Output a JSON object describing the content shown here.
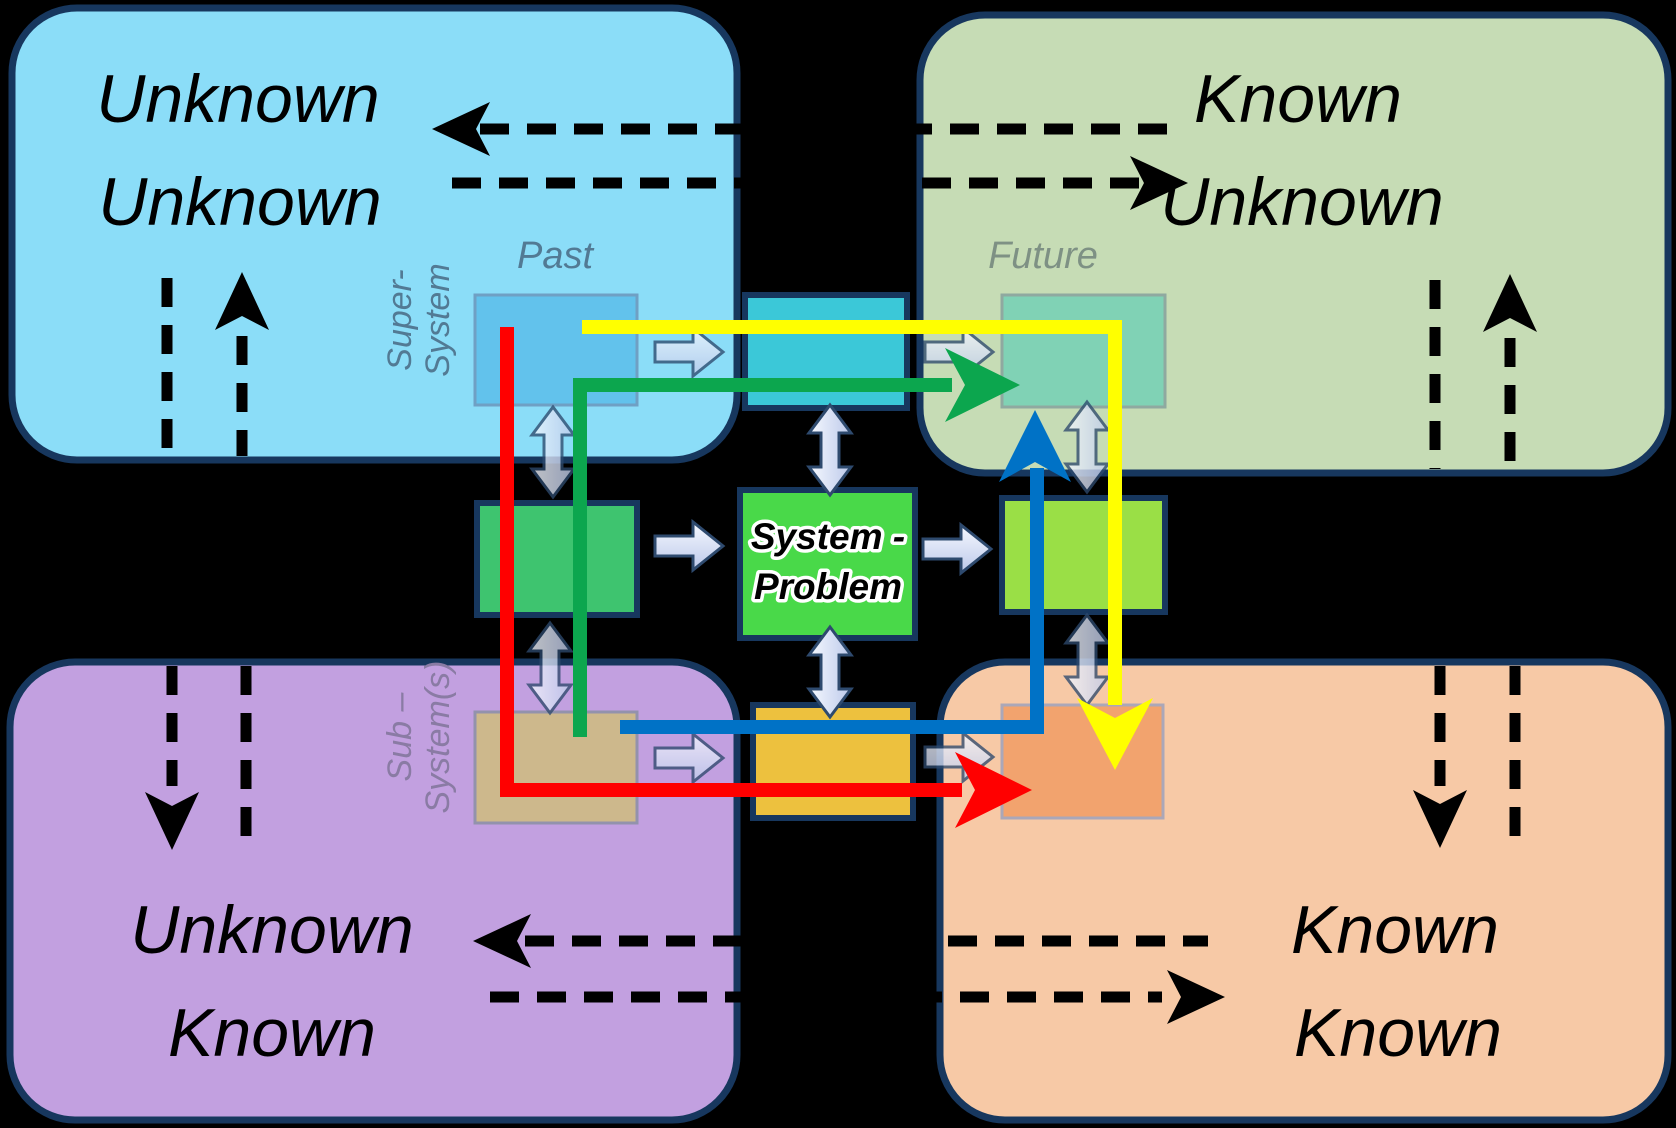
{
  "quadrants": {
    "top_left": {
      "line1": "Unknown",
      "line2": "Unknown"
    },
    "top_right": {
      "line1": "Known",
      "line2": "Unknown"
    },
    "bottom_left": {
      "line1": "Unknown",
      "line2": "Known"
    },
    "bottom_right": {
      "line1": "Known",
      "line2": "Known"
    }
  },
  "time_labels": {
    "past": "Past",
    "future": "Future"
  },
  "level_labels": {
    "super": {
      "line1": "Super-",
      "line2": "System"
    },
    "sub": {
      "line1": "Sub –",
      "line2": "System(s)"
    }
  },
  "center_box": {
    "line1": "System -",
    "line2": "Problem"
  },
  "colors": {
    "quadrant_top_left": "#8BDDF8",
    "quadrant_top_right": "#C6DCB5",
    "quadrant_bottom_left": "#C2A0E0",
    "quadrant_bottom_right": "#F7C9A6",
    "box_past_super": "#62C2EC",
    "box_present_super": "#3BC8D8",
    "box_future_super": "#80D2B5",
    "box_past_system": "#3EC46F",
    "box_system_problem": "#49D949",
    "box_future_system": "#9ADF46",
    "box_past_sub": "#CDB88C",
    "box_present_sub": "#EDC13E",
    "box_future_sub": "#F2A36E",
    "route_red": "#FF0000",
    "route_yellow": "#FFFF00",
    "route_green": "#0CA64E",
    "route_blue": "#0072C6"
  }
}
